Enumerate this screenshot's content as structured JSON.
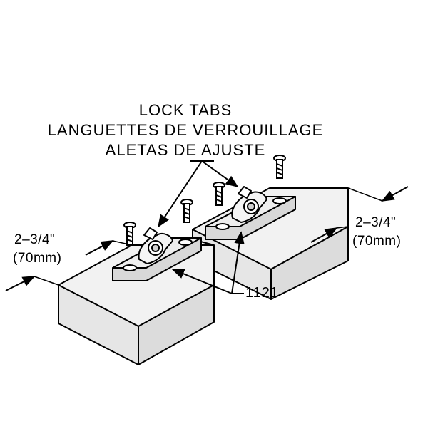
{
  "title": {
    "line1": "LOCK TABS",
    "line2": "LANGUETTES DE VERROUILLAGE",
    "line3": "ALETAS DE AJUSTE"
  },
  "dimensions": {
    "left": {
      "imperial": "2–3/4\"",
      "metric": "(70mm)"
    },
    "right": {
      "imperial": "2–3/4\"",
      "metric": "(70mm)"
    }
  },
  "part_number": "1121",
  "colors": {
    "ink": "#000000",
    "paper": "#ffffff",
    "wood_fill": "#ececec",
    "plate_fill": "#dcdcdc"
  }
}
